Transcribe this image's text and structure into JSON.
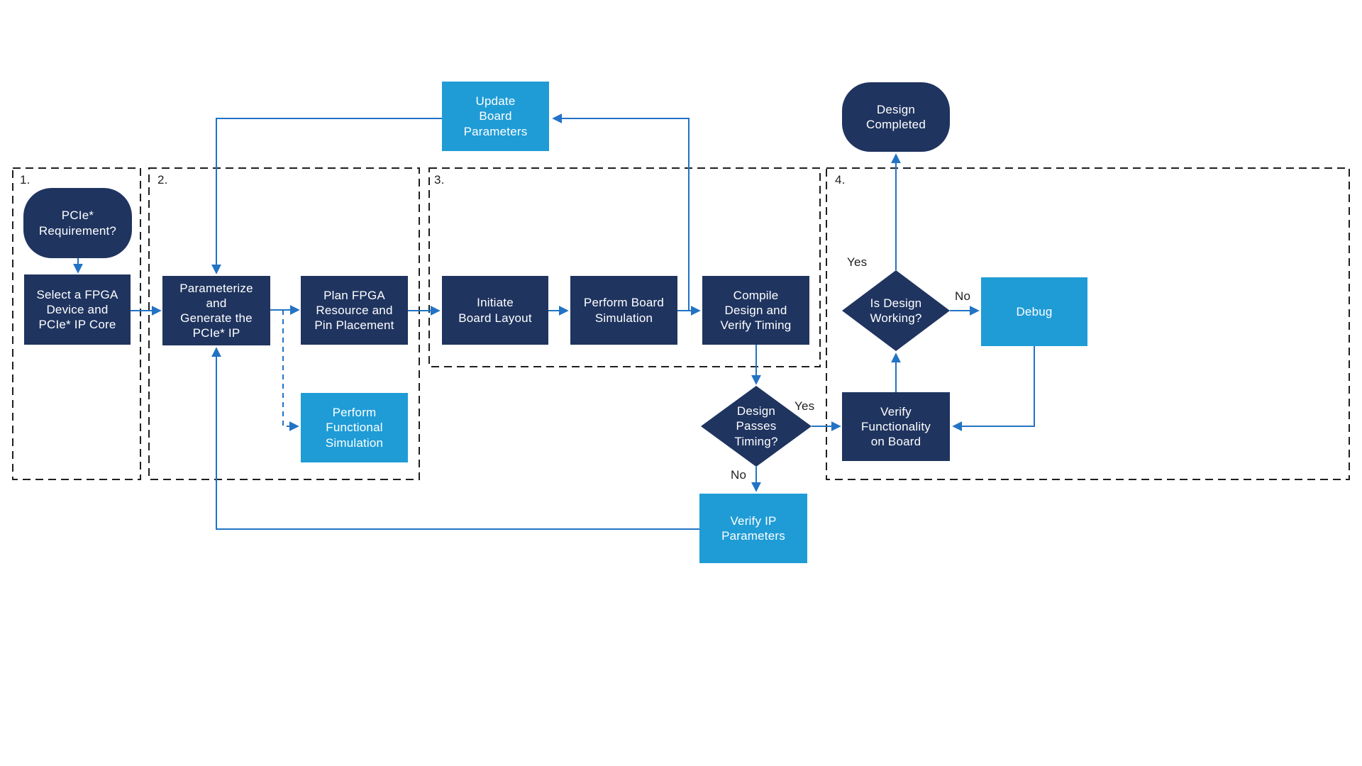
{
  "colors": {
    "navy": "#1f345f",
    "blue": "#1f9cd6",
    "line": "#2273c4",
    "frame": "#1f1f1f",
    "text_light": "#ffffff",
    "text_dark": "#1f1f1f",
    "background": "#ffffff"
  },
  "sections": [
    {
      "label": "1."
    },
    {
      "label": "2."
    },
    {
      "label": "3."
    },
    {
      "label": "4."
    }
  ],
  "nodes": {
    "pcie_requirement": {
      "label": "PCIe*\nRequirement?"
    },
    "select_fpga": {
      "label": "Select a FPGA\nDevice and\nPCIe* IP Core"
    },
    "parameterize": {
      "label": "Parameterize\nand\nGenerate the\nPCIe* IP"
    },
    "plan_fpga": {
      "label": "Plan FPGA\nResource and\nPin Placement"
    },
    "perform_functional_simulation": {
      "label": "Perform\nFunctional\nSimulation"
    },
    "update_board_parameters": {
      "label": "Update\nBoard\nParameters"
    },
    "initiate_board_layout": {
      "label": "Initiate\nBoard Layout"
    },
    "perform_board_simulation": {
      "label": "Perform Board\nSimulation"
    },
    "compile_design": {
      "label": "Compile\nDesign and\nVerify Timing"
    },
    "design_passes_timing": {
      "label": "Design\nPasses\nTiming?"
    },
    "verify_ip_parameters": {
      "label": "Verify IP\nParameters"
    },
    "design_completed": {
      "label": "Design\nCompleted"
    },
    "is_design_working": {
      "label": "Is Design\nWorking?"
    },
    "debug": {
      "label": "Debug"
    },
    "verify_functionality": {
      "label": "Verify\nFunctionality\non Board"
    }
  },
  "edge_labels": {
    "design_passes_yes": "Yes",
    "design_passes_no": "No",
    "is_design_working_yes": "Yes",
    "is_design_working_no": "No"
  }
}
